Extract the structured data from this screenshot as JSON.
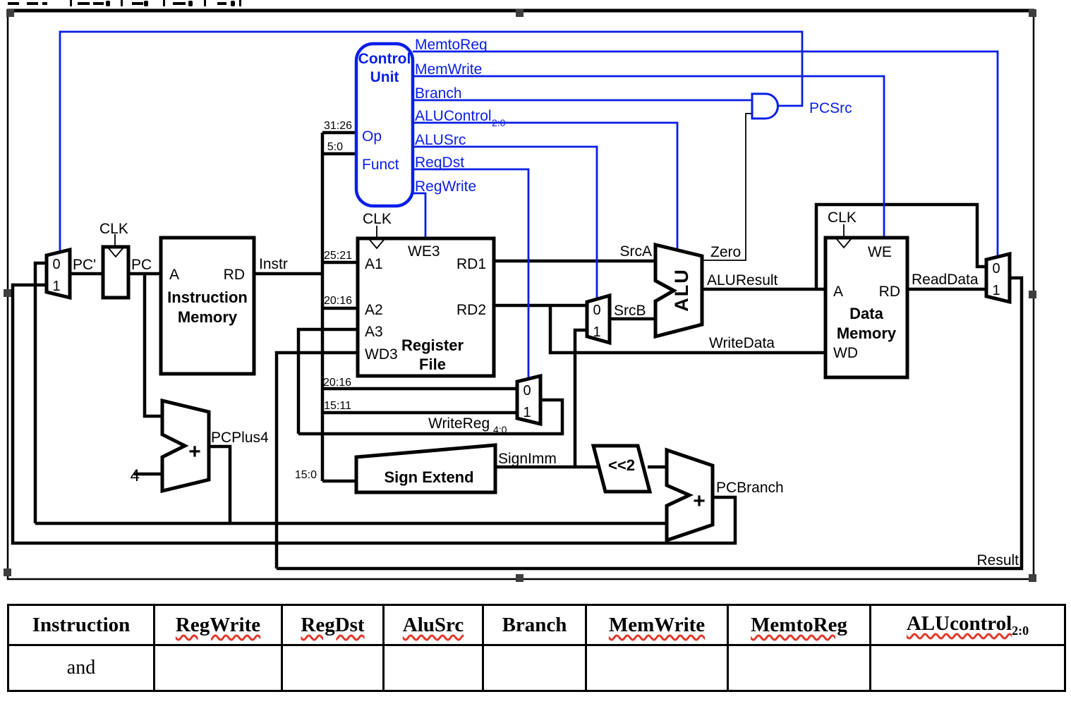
{
  "colors": {
    "wire_black": "#000000",
    "control_blue": "#0a1ee8",
    "squiggle_red": "#e0372a",
    "handle_gray": "#3e3e3e"
  },
  "diagram": {
    "control_unit": {
      "title1": "Control",
      "title2": "Unit",
      "op": "Op",
      "funct": "Funct"
    },
    "blocks": {
      "instr_mem1": "Instruction",
      "instr_mem2": "Memory",
      "reg_file1": "Register",
      "reg_file2": "File",
      "data_mem1": "Data",
      "data_mem2": "Memory",
      "sign_extend": "Sign Extend",
      "shift_left": "<<2",
      "alu": "ALU",
      "plus": "+"
    },
    "signals": {
      "memtoreg": "MemtoReg",
      "memwrite": "MemWrite",
      "branch": "Branch",
      "alucontrol": "ALUControl",
      "alucontrol_sub": "2:0",
      "alusrc": "ALUSrc",
      "regdst": "RegDst",
      "regwrite": "RegWrite",
      "pcsrc": "PCSrc",
      "clk": "CLK",
      "pc_next": "PC'",
      "pc": "PC",
      "instr": "Instr",
      "srca": "SrcA",
      "srcb": "SrcB",
      "zero": "Zero",
      "aluresult": "ALUResult",
      "readdata": "ReadData",
      "writedata": "WriteData",
      "writereg": "WriteReg",
      "writereg_sub": "4:0",
      "signimm": "SignImm",
      "pcplus4": "PCPlus4",
      "pcbranch": "PCBranch",
      "result": "Result",
      "four": "4"
    },
    "ports": {
      "we3": "WE3",
      "we": "WE",
      "a": "A",
      "rd": "RD",
      "a1": "A1",
      "a2": "A2",
      "a3": "A3",
      "wd3": "WD3",
      "rd1": "RD1",
      "rd2": "RD2",
      "wd": "WD"
    },
    "bits": {
      "b3126": "31:26",
      "b50": "5:0",
      "b2521": "25:21",
      "b2016": "20:16",
      "b1511": "15:11",
      "b150": "15:0"
    },
    "mux": {
      "zero": "0",
      "one": "1"
    }
  },
  "table": {
    "headers": [
      "Instruction",
      "RegWrite",
      "RegDst",
      "AluSrc",
      "Branch",
      "MemWrite",
      "MemtoReg",
      "ALUcontrol"
    ],
    "alucontrol_sub": "2:0",
    "rows": [
      {
        "instruction": "and",
        "regwrite": "",
        "regdst": "",
        "alusrc": "",
        "branch": "",
        "memwrite": "",
        "memtoreg": "",
        "alucontrol": ""
      }
    ]
  }
}
